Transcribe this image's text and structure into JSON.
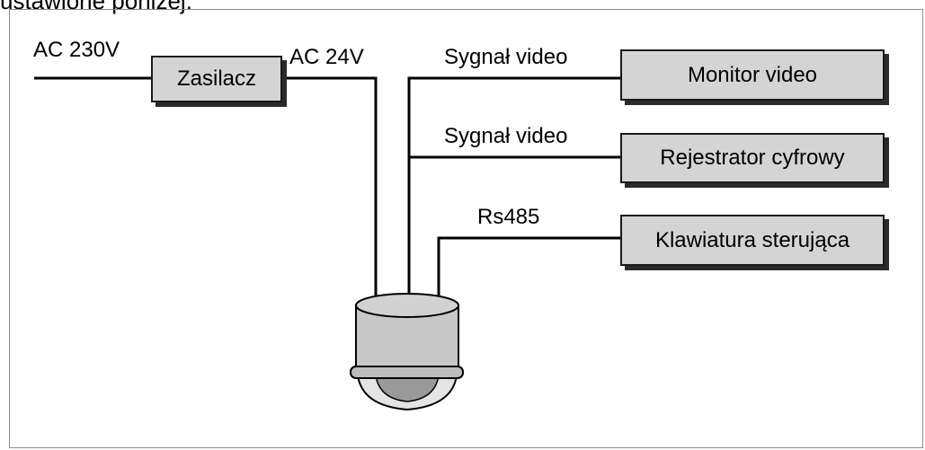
{
  "caption": "ustawione poniżej:",
  "labels": {
    "ac_230v": "AC 230V",
    "ac_24v": "AC 24V",
    "video_signal_1": "Sygnał video",
    "video_signal_2": "Sygnał video",
    "rs485": "Rs485"
  },
  "boxes": {
    "power_supply": "Zasilacz",
    "video_monitor": "Monitor video",
    "digital_recorder": "Rejestrator cyfrowy",
    "control_keyboard": "Klawiatura sterująca"
  },
  "colors": {
    "box_fill": "#d4d4d4",
    "camera_body": "#c8c8c8",
    "camera_dome": "#9a9a9a",
    "line": "#000000"
  }
}
